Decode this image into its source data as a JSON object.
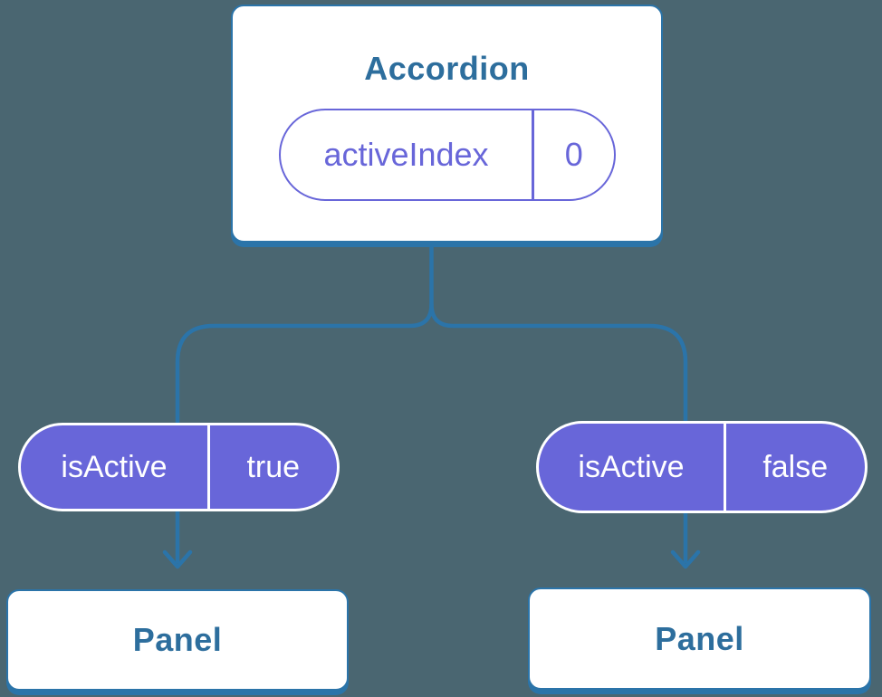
{
  "diagram": {
    "description": "React component tree: Accordion holds state activeIndex and passes isActive props to two Panel children",
    "colors": {
      "background": "#4a6671",
      "connector_blue": "#2b74a9",
      "card_text_blue": "#2d6e9d",
      "pill_purple": "#6866d9",
      "card_background": "#ffffff",
      "pill_text_white": "#ffffff"
    },
    "root": {
      "title": "Accordion",
      "state": {
        "name": "activeIndex",
        "value": "0"
      }
    },
    "props": [
      {
        "name": "isActive",
        "value": "true"
      },
      {
        "name": "isActive",
        "value": "false"
      }
    ],
    "children": [
      {
        "title": "Panel"
      },
      {
        "title": "Panel"
      }
    ]
  }
}
